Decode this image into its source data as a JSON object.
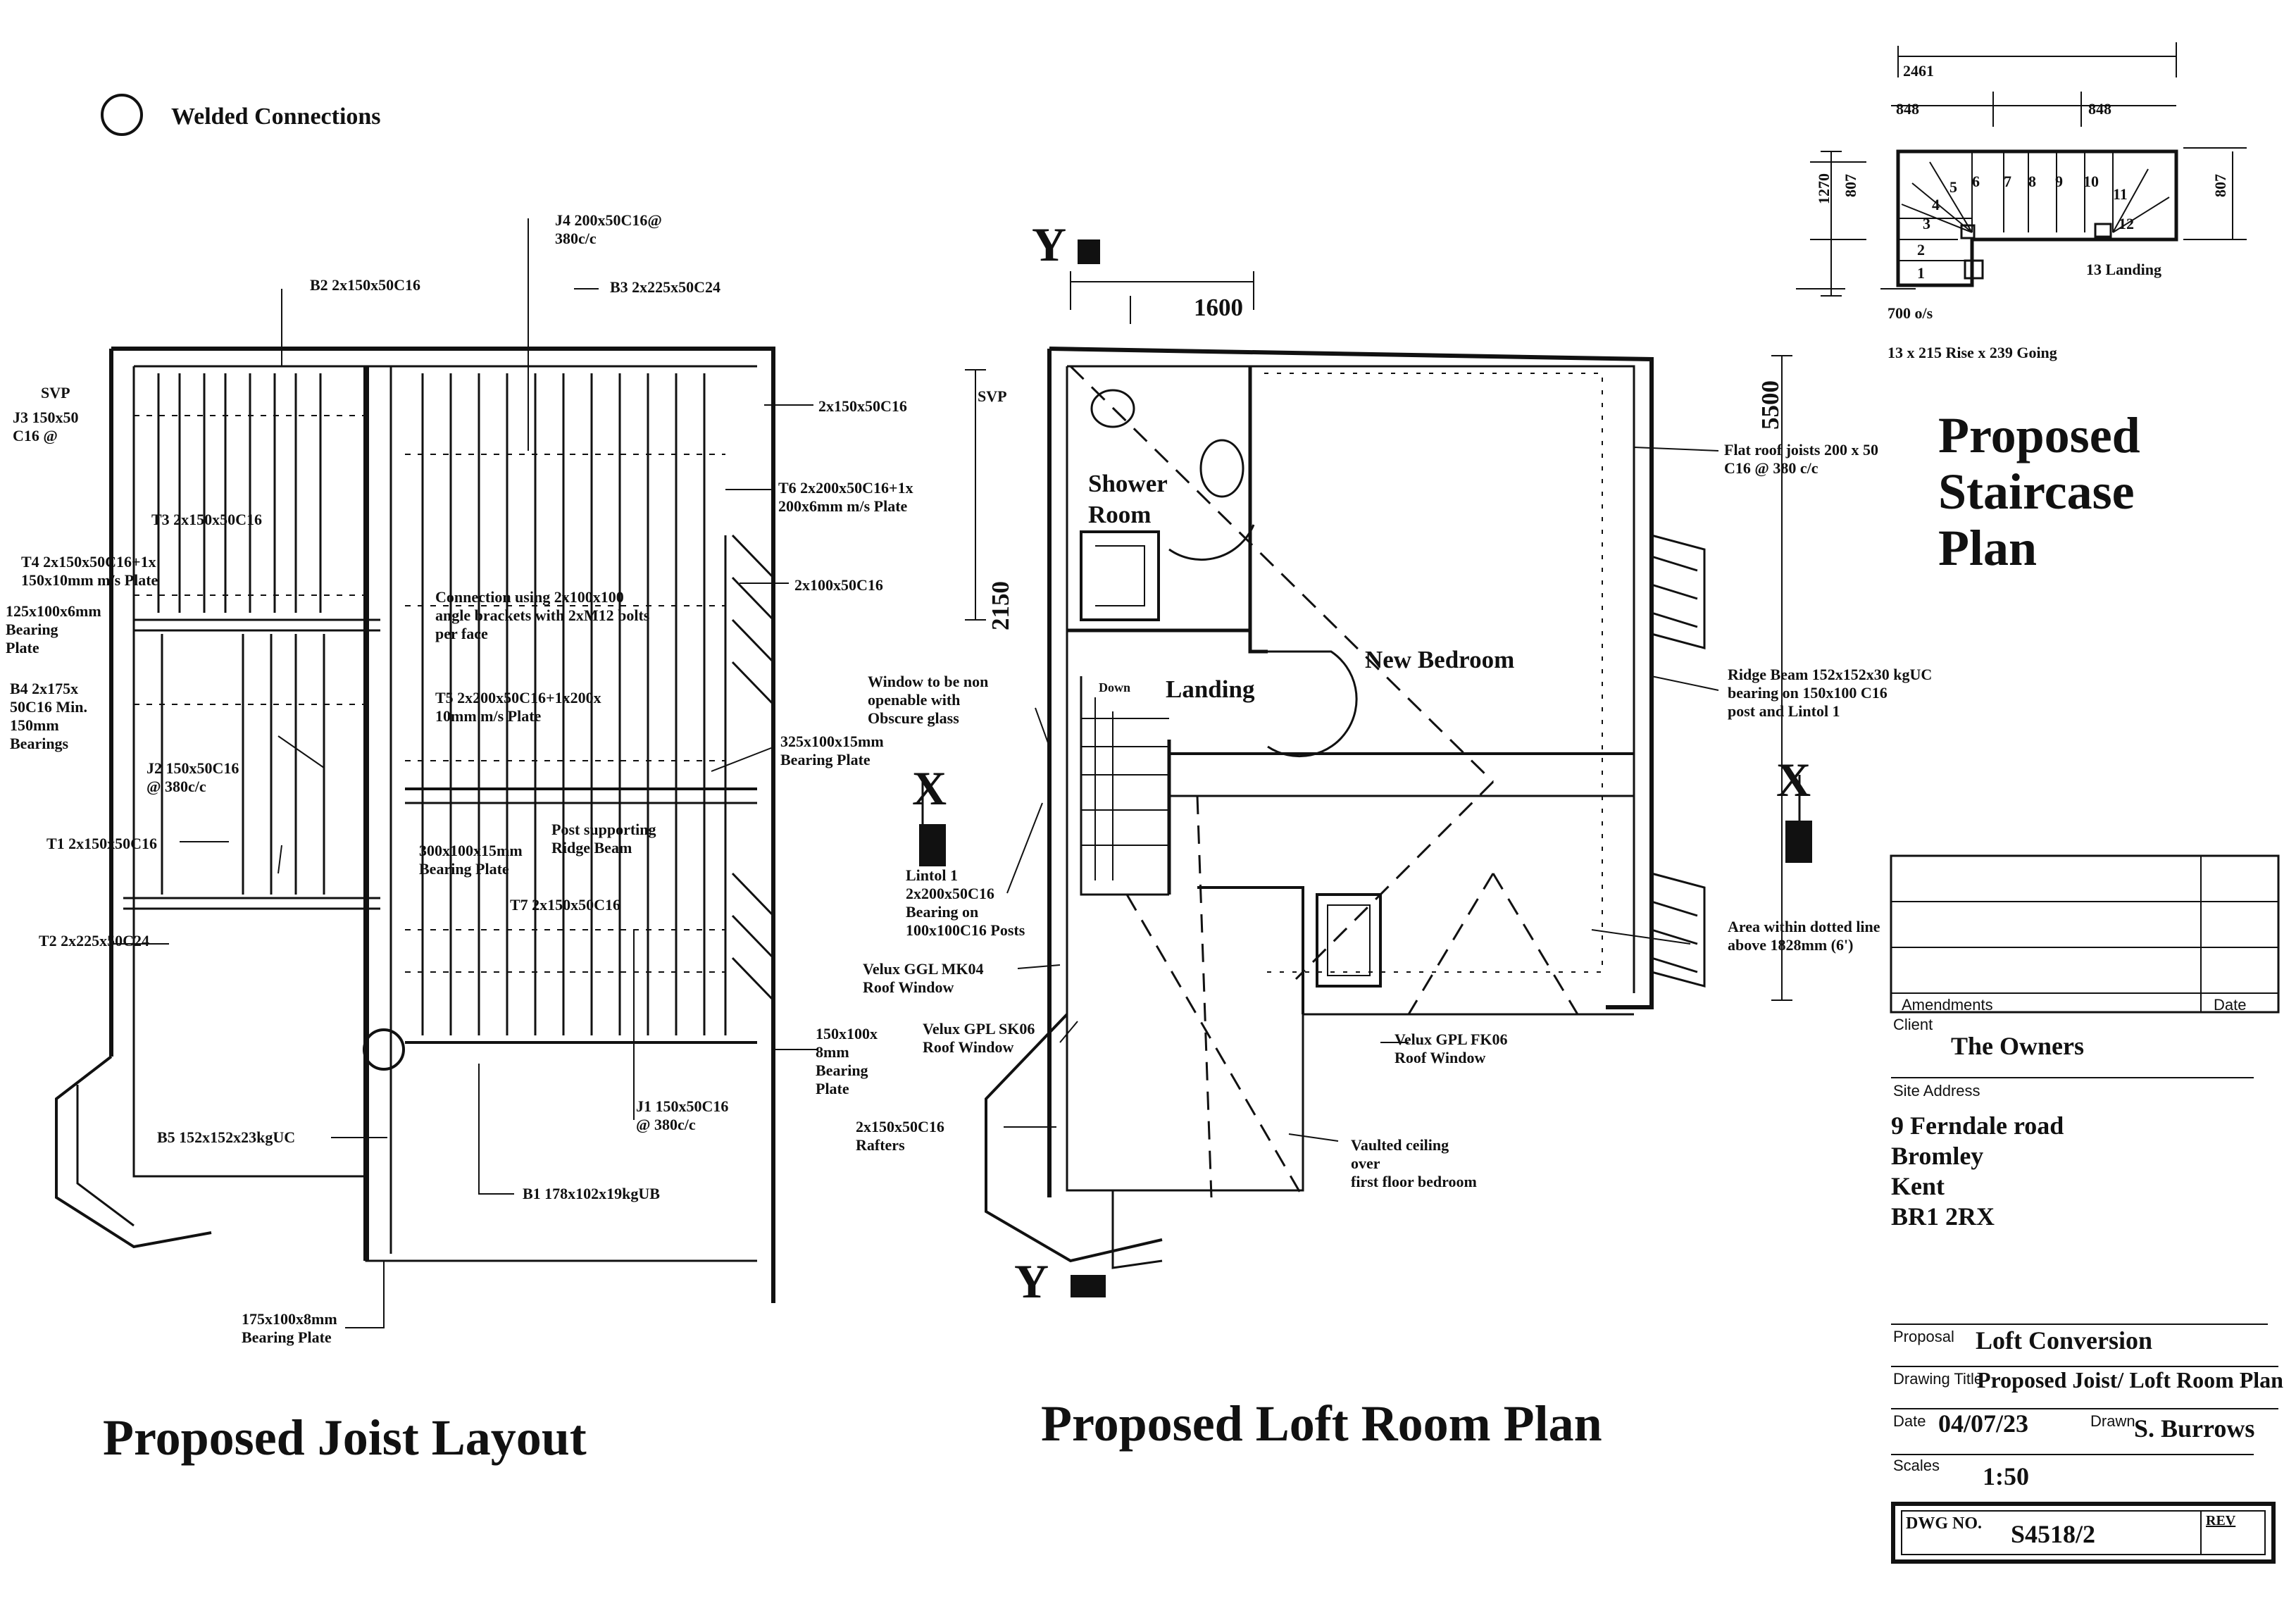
{
  "legend": {
    "label": "Welded Connections"
  },
  "joist_layout": {
    "title": "Proposed Joist Layout",
    "labels": {
      "svp": "SVP",
      "j3": [
        "J3 150x50",
        "C16 @"
      ],
      "b2": "B2 2x150x50C16",
      "j4": [
        "J4 200x50C16@",
        "380c/c"
      ],
      "b3": "B3 2x225x50C24",
      "r1": "2x150x50C16",
      "t6": [
        "T6 2x200x50C16+1x",
        "200x6mm m/s Plate"
      ],
      "t3": "T3 2x150x50C16",
      "t4": [
        "T4 2x150x50C16+1x",
        "150x10mm m/s Plate"
      ],
      "r2": "2x100x50C16",
      "p125": [
        "125x100x6mm",
        "Bearing",
        "Plate"
      ],
      "conn": [
        "Connection using  2x100x100",
        "angle brackets with 2xM12 bolts",
        "per face"
      ],
      "b4": [
        "B4 2x175x",
        "50C16 Min.",
        "150mm",
        "Bearings"
      ],
      "t5": [
        "T5 2x200x50C16+1x200x",
        "10mm m/s Plate"
      ],
      "p325": [
        "325x100x15mm",
        "Bearing Plate"
      ],
      "j2": [
        "J2 150x50C16",
        "@ 380c/c"
      ],
      "t1": "T1 2x150x50C16",
      "p300": [
        "300x100x15mm",
        "Bearing Plate"
      ],
      "post": [
        "Post supporting",
        "Ridge Beam"
      ],
      "t7": "T7 2x150x50C16",
      "t2": "T2 2x225x50C24",
      "p150": [
        "150x100x",
        "8mm",
        "Bearing",
        "Plate"
      ],
      "j1": [
        "J1 150x50C16",
        "@ 380c/c"
      ],
      "b5": "B5 152x152x23kgUC",
      "b1": "B1 178x102x19kgUB",
      "p175": [
        "175x100x8mm",
        "Bearing Plate"
      ]
    }
  },
  "loft_plan": {
    "title": "Proposed Loft Room Plan",
    "labels": {
      "y": "Y",
      "x": "X",
      "dim_1600": "1600",
      "dim_2150": "2150",
      "dim_5500": "5500",
      "svp": "SVP",
      "shower": [
        "Shower",
        "Room"
      ],
      "landing": "Landing",
      "down": "Down",
      "bedroom": "New Bedroom",
      "window": [
        "Window to be non",
        "openable with",
        "Obscure glass"
      ],
      "lintol": [
        "Lintol 1",
        "2x200x50C16",
        "Bearing on",
        "100x100C16 Posts"
      ],
      "velux1": [
        "Velux GGL MK04",
        "Roof Window"
      ],
      "velux2": [
        "Velux GPL SK06",
        "Roof Window"
      ],
      "velux3": [
        "Velux GPL FK06",
        "Roof Window"
      ],
      "rafters": [
        "2x150x50C16",
        "Rafters"
      ],
      "vaulted": [
        "Vaulted ceiling",
        "over",
        "first floor bedroom"
      ],
      "flat_roof": [
        "Flat roof joists 200 x 50",
        "C16 @ 380 c/c"
      ],
      "ridge": [
        "Ridge Beam 152x152x30 kgUC",
        "bearing on 150x100 C16",
        "post and Lintol 1"
      ],
      "area": [
        "Area within dotted line",
        "above 1828mm (6')"
      ]
    }
  },
  "staircase": {
    "title": [
      "Proposed",
      "Staircase",
      "Plan"
    ],
    "dims": {
      "total": "2461",
      "left": "848",
      "right": "848",
      "h1": "1270",
      "h2": "807",
      "h3": "807"
    },
    "treads": [
      "1",
      "2",
      "3",
      "4",
      "5",
      "6",
      "7",
      "8",
      "9",
      "10",
      "11",
      "12"
    ],
    "landing": "13 Landing",
    "spacing": "700 o/s",
    "rise_going": "13 x 215 Rise x 239 Going"
  },
  "title_block": {
    "amendments_label": "Amendments",
    "date_label": "Date",
    "client_label": "Client",
    "client": "The Owners",
    "site_label": "Site Address",
    "address": [
      "9 Ferndale road",
      "Bromley",
      "Kent",
      "BR1 2RX"
    ],
    "proposal_label": "Proposal",
    "proposal": "Loft Conversion",
    "drawing_title_label": "Drawing Title",
    "drawing_title": "Proposed Joist/ Loft Room Plan",
    "date_field_label": "Date",
    "date": "04/07/23",
    "drawn_label": "Drawn",
    "drawn": "S. Burrows",
    "scales_label": "Scales",
    "scale": "1:50",
    "dwg_label": "DWG NO.",
    "dwg": "S4518/2",
    "rev_label": "REV"
  }
}
